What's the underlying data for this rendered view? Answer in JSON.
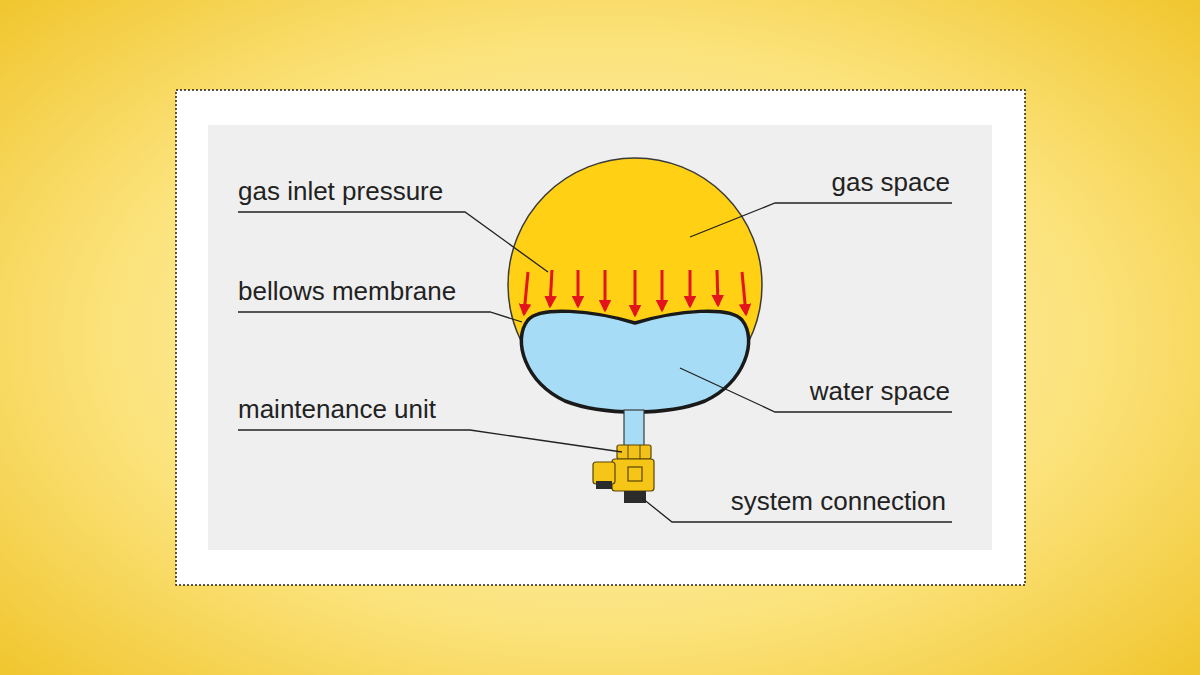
{
  "diagram": {
    "labels": [
      "gas inlet pressure",
      "gas space",
      "bellows membrane",
      "water space",
      "maintenance unit",
      "system connection"
    ]
  }
}
